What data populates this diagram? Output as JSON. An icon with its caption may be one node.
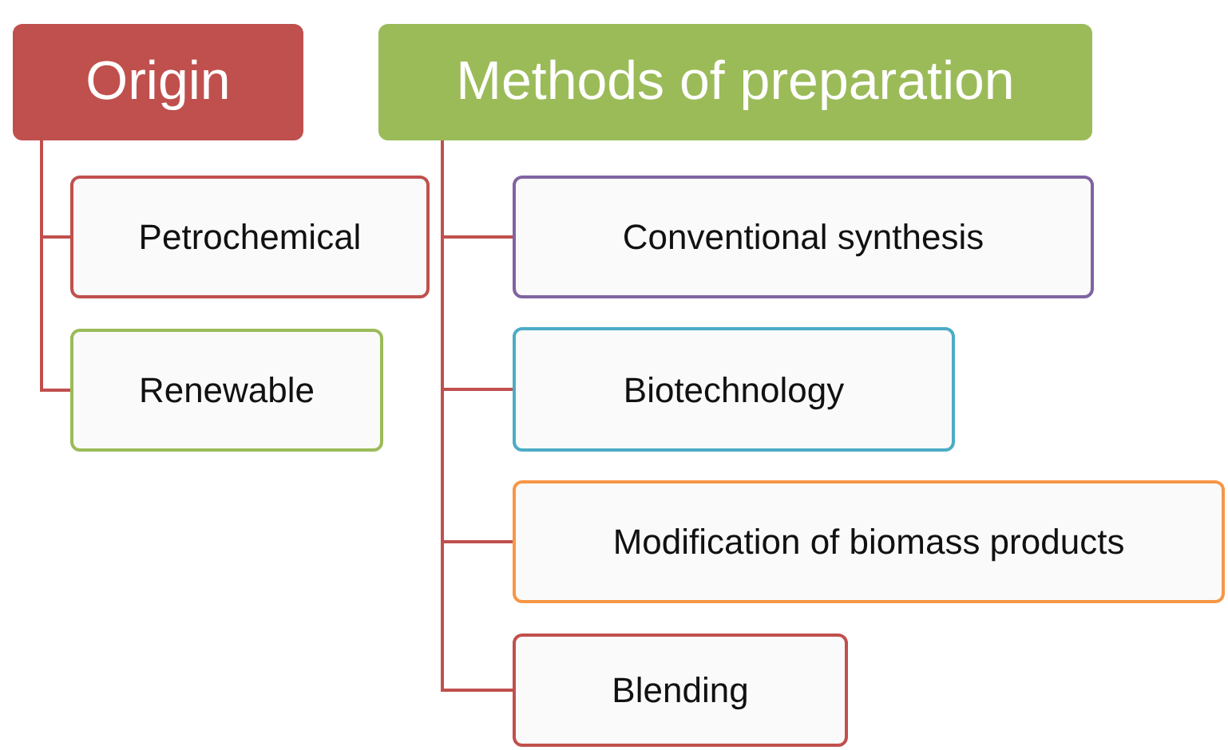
{
  "diagram": {
    "nodes": [
      {
        "text": [
          "Origin"
        ]
      },
      {
        "text": [
          "Methods of preparation"
        ]
      },
      {
        "text": [
          "Petrochemical"
        ]
      },
      {
        "text": [
          "Renewable"
        ]
      },
      {
        "text": [
          "Conventional synthesis"
        ]
      },
      {
        "text": [
          "Biotechnology"
        ]
      },
      {
        "text": [
          "Modification of biomass products"
        ]
      },
      {
        "text": [
          "Blending"
        ]
      }
    ],
    "edges": [
      {
        "from": 0,
        "to": 2,
        "arrow": "none"
      },
      {
        "from": 0,
        "to": 3,
        "arrow": "none"
      },
      {
        "from": 1,
        "to": 4,
        "arrow": "none"
      },
      {
        "from": 1,
        "to": 5,
        "arrow": "none"
      },
      {
        "from": 1,
        "to": 6,
        "arrow": "none"
      },
      {
        "from": 1,
        "to": 7,
        "arrow": "none"
      }
    ]
  }
}
